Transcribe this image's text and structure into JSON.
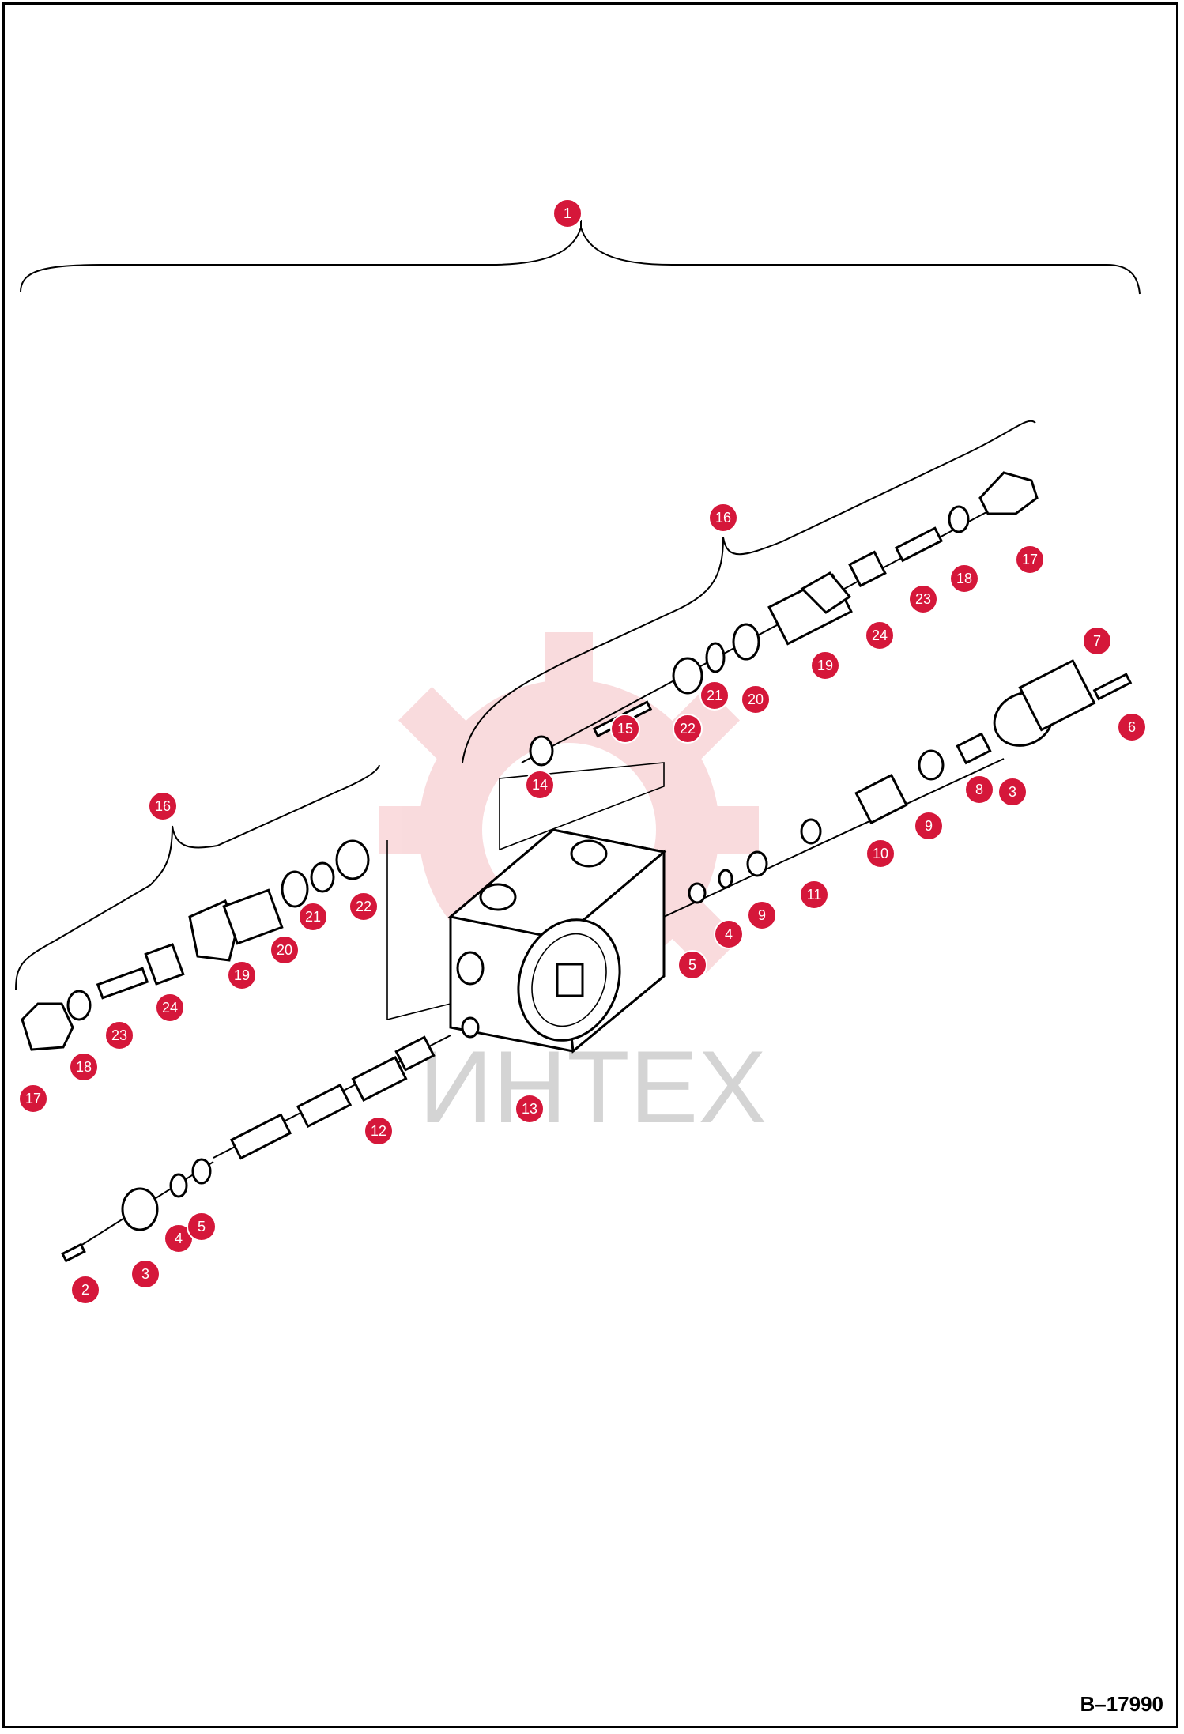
{
  "drawing_ref": "B–17990",
  "watermark": {
    "text": "ИНТЕХ",
    "color": "#e23b4a"
  },
  "callout_color": "#d5173a",
  "callouts": [
    "1",
    "16",
    "16",
    "17",
    "18",
    "23",
    "24",
    "19",
    "20",
    "21",
    "22",
    "15",
    "14",
    "7",
    "6",
    "3",
    "8",
    "9",
    "10",
    "11",
    "9",
    "4",
    "5",
    "13",
    "12",
    "2",
    "3",
    "4",
    "5",
    "17",
    "18",
    "23",
    "24",
    "19",
    "20",
    "21",
    "22"
  ]
}
